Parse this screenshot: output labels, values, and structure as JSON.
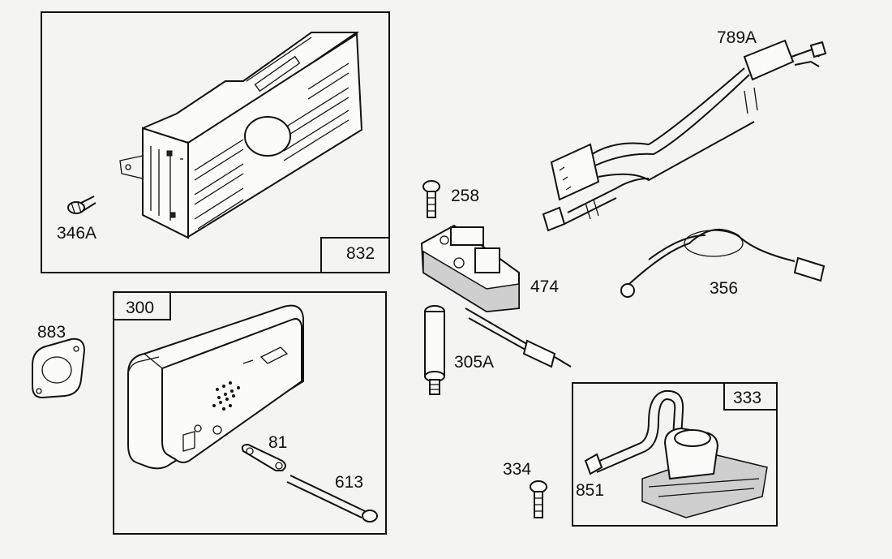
{
  "parts": {
    "p832": "832",
    "p346a": "346A",
    "p789a": "789A",
    "p258": "258",
    "p474": "474",
    "p356": "356",
    "p883": "883",
    "p300": "300",
    "p81": "81",
    "p613": "613",
    "p305a": "305A",
    "p334": "334",
    "p333": "333",
    "p851": "851"
  }
}
